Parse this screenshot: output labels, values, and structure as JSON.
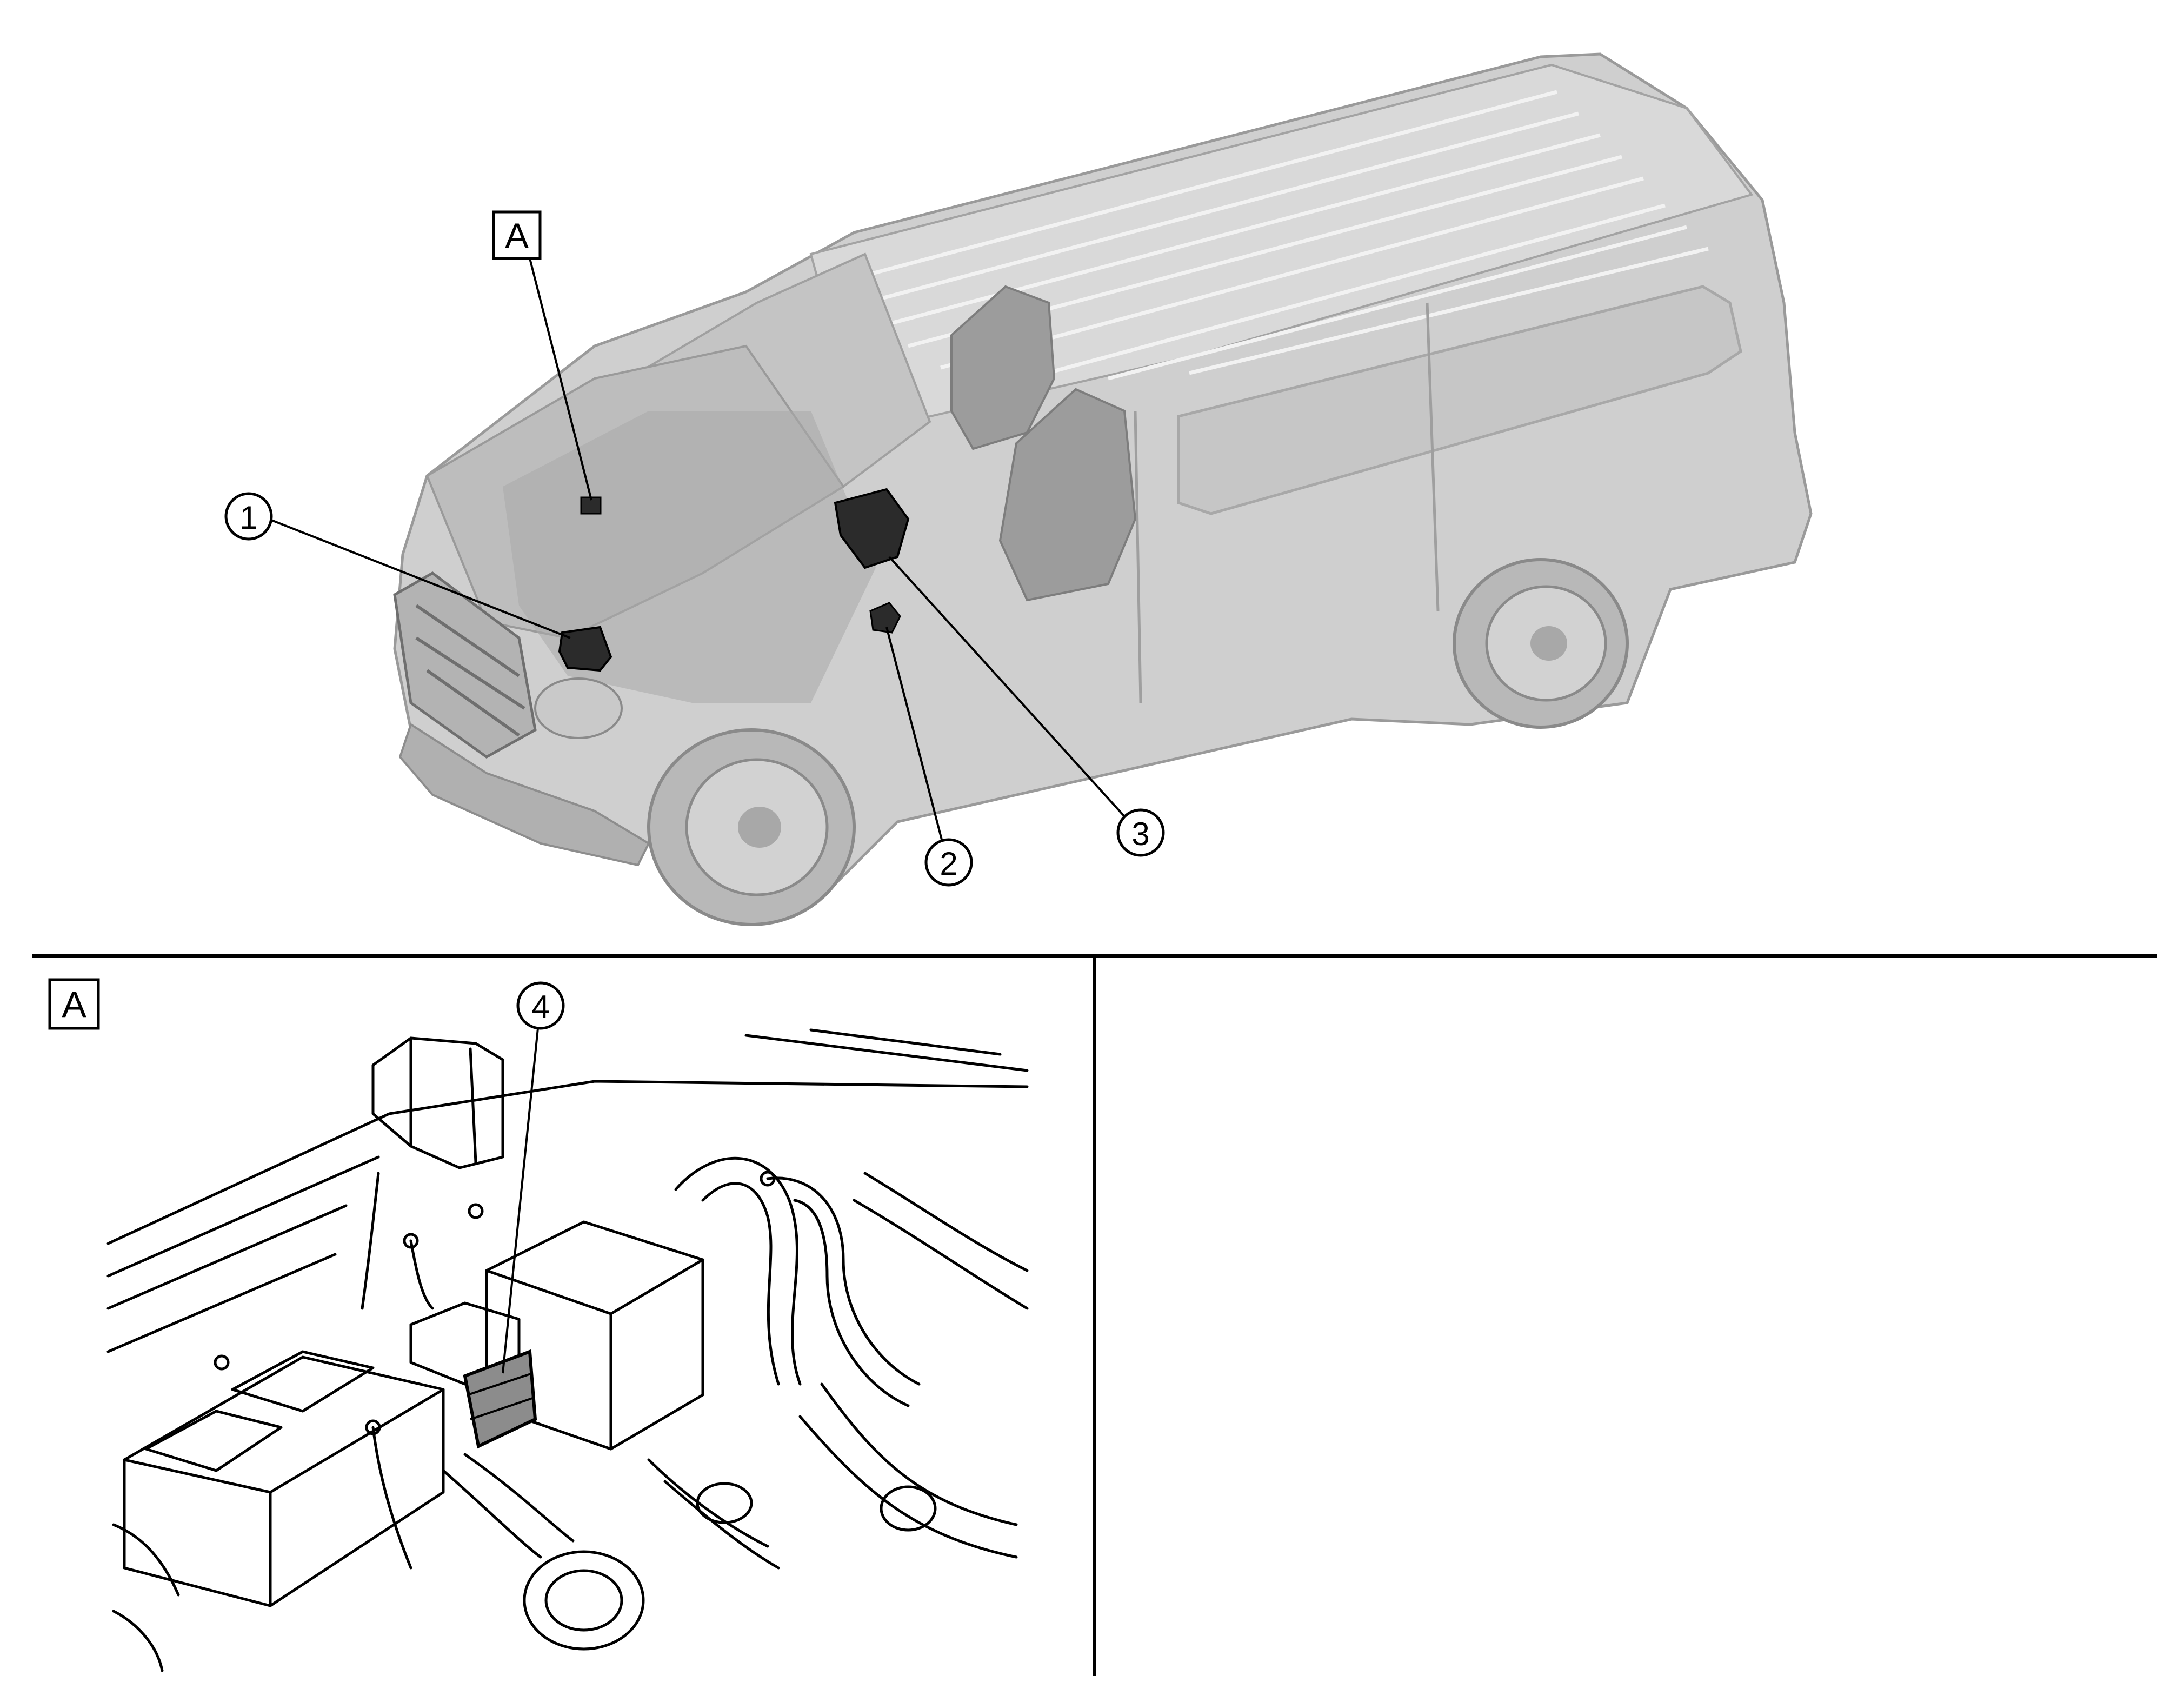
{
  "view_label_top": "A",
  "view_label_detail": "A",
  "callouts": [
    {
      "id": "1",
      "label": "1"
    },
    {
      "id": "2",
      "label": "2"
    },
    {
      "id": "3",
      "label": "3"
    },
    {
      "id": "4",
      "label": "4"
    }
  ],
  "colors": {
    "body_fill": "#cfcfcf",
    "body_stroke": "#9a9a9a",
    "component_fill": "#2b2b2b",
    "highlight_fill": "#8c8c8c",
    "line": "#000000"
  }
}
